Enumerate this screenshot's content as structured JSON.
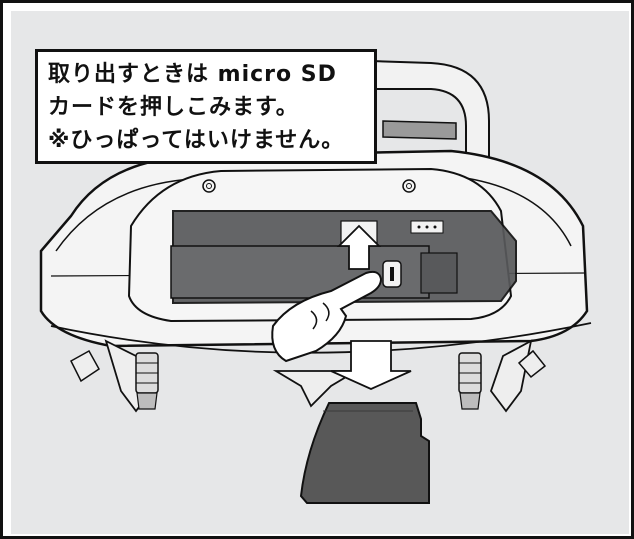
{
  "callout": {
    "lines": [
      "取り出すときは micro SD",
      "カードを押しこみます。",
      "※ひっぱってはいけません。"
    ]
  },
  "illustration": {
    "subject": "transmitter-rear-sd-slot",
    "action": "push-to-eject",
    "colors": {
      "background": "#e6e7e8",
      "outline": "#111111",
      "body": "#f4f4f4",
      "panel": "#58595b",
      "card": "#585858",
      "arrow": "#ffffff"
    }
  }
}
